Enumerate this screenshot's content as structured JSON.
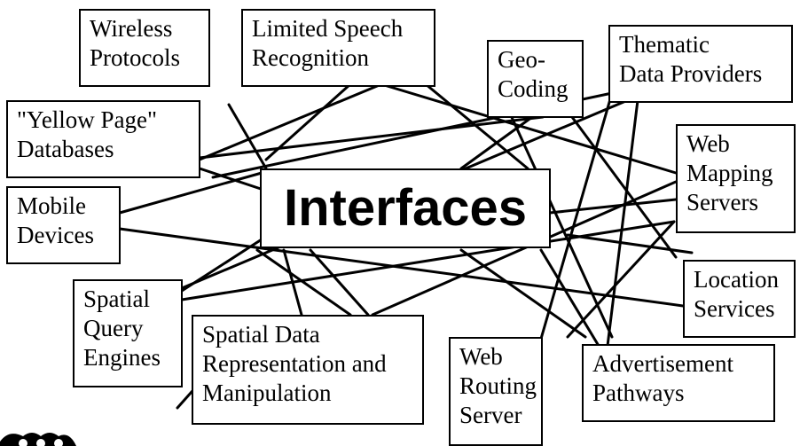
{
  "hub": {
    "label": "Interfaces"
  },
  "nodes": {
    "wireless": [
      "Wireless",
      "Protocols"
    ],
    "speech": [
      "Limited Speech",
      "Recognition"
    ],
    "geocoding": [
      "Geo-",
      "Coding"
    ],
    "thematic": [
      "Thematic",
      "Data Providers"
    ],
    "yellow": [
      "\"Yellow Page\"",
      "Databases"
    ],
    "webmap": [
      "Web",
      "Mapping",
      "Servers"
    ],
    "mobile": [
      "Mobile",
      "Devices"
    ],
    "location": [
      "Location",
      "Services"
    ],
    "sqe": [
      "Spatial",
      "Query",
      "Engines"
    ],
    "sdr": [
      "Spatial Data",
      "Representation and",
      "Manipulation"
    ],
    "routing": [
      "Web",
      "Routing",
      "Server"
    ],
    "advert": [
      "Advertisement",
      "Pathways"
    ]
  }
}
